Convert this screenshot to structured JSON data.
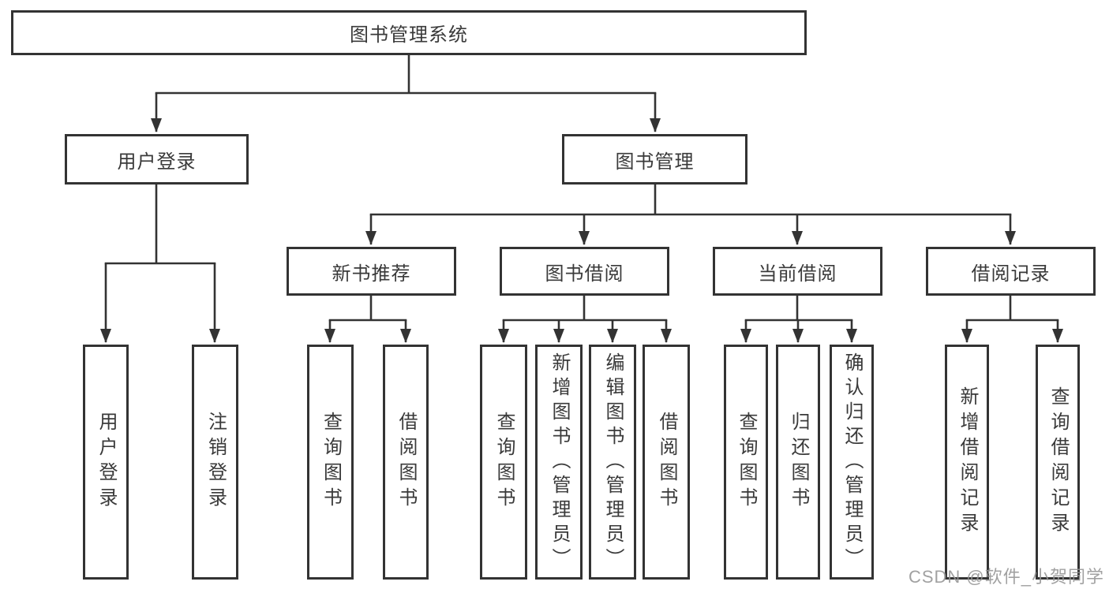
{
  "diagram": {
    "root": {
      "label": "图书管理系统"
    },
    "level1": [
      {
        "label": "用户登录"
      },
      {
        "label": "图书管理"
      }
    ],
    "level2": [
      {
        "label": "新书推荐"
      },
      {
        "label": "图书借阅"
      },
      {
        "label": "当前借阅"
      },
      {
        "label": "借阅记录"
      }
    ],
    "leaves": {
      "user_login": [
        "用户登录",
        "注销登录"
      ],
      "new_book_recommend": [
        "查询图书",
        "借阅图书"
      ],
      "book_borrow": [
        "查询图书",
        "新增图书（管理员）",
        "编辑图书（管理员）",
        "借阅图书"
      ],
      "current_borrow": [
        "查询图书",
        "归还图书",
        "确认归还（管理员）"
      ],
      "borrow_record": [
        "新增借阅记录",
        "查询借阅记录"
      ]
    },
    "line_color": "#333333"
  },
  "watermark": {
    "text": "CSDN @软件_小贺同学",
    "color": "#949494"
  }
}
